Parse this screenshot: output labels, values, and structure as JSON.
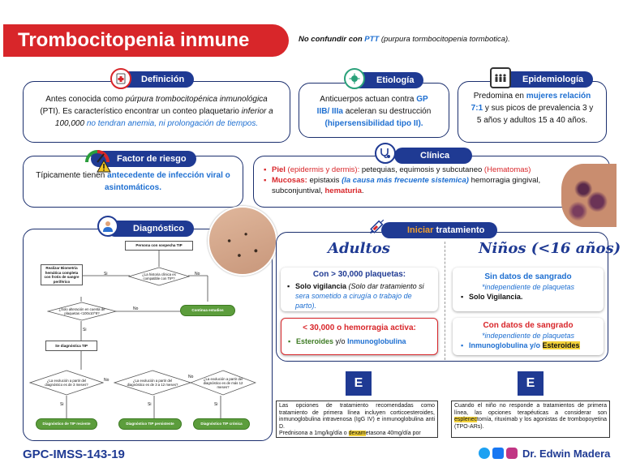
{
  "header": {
    "title": "Trombocitopenia inmune",
    "note_prefix": "No confundir con",
    "note_link": "PTT",
    "note_suffix": "(purpura tormbocitopenia tormbotica)."
  },
  "definicion": {
    "label": "Definición",
    "line1": "Antes conocida como",
    "line1_it": "púrpura trombocitopénica inmunológica",
    "line2": "(PTI). Es característico encontrar un conteo plaquetario",
    "line2_it": "inferior a",
    "line3_it": "100,000",
    "line3_blue": "no tendran anemia, ni prolongación de tiempos."
  },
  "etiologia": {
    "label": "Etiología",
    "text1": "Anticuerpos actuan contra",
    "text_gp1": "GP",
    "text_gp2": "IIB/ IIIa",
    "text2": "aceleran su destrucción",
    "text3": "(hipersensibilidad tipo II)."
  },
  "epidemiologia": {
    "label": "Epidemiología",
    "text1": "Predomina en",
    "text_hl": "mujeres relación",
    "text_ratio": "7:1",
    "text2": "y sus picos de prevalencia 3 y",
    "text3": "5 años y adultos 15 a 40 años."
  },
  "factor": {
    "label": "Factor de riesgo",
    "text1": "Típicamente tienen",
    "text_hl1": "antecedente de infección viral o",
    "text_hl2": "asintomáticos."
  },
  "clinica": {
    "label": "Clínica",
    "item1_key": "Piel",
    "item1_key2": "(epidermis y dermis):",
    "item1_text": "petequias, equimosis y subcutaneo",
    "item1_red": "(Hematomas)",
    "item2_key": "Mucosas:",
    "item2_text1": "epistaxis",
    "item2_it": "(la causa más frecuente sistemica)",
    "item2_text2": "hemorragia gingival,",
    "item2_text3": "subconjuntival,",
    "item2_red": "hematuria",
    "item2_end": "."
  },
  "diagnostico": {
    "label": "Diagnóstico",
    "fc_start": "Persona con sospecha TIP",
    "fc_q1": "¿La historia clínica es compatible con TIP?",
    "fc_eval": "Realizar Biometría hemática completa con frotis de sangre periférico",
    "fc_q2": "¿Solo alteración en cuenta de plaquetas <100x10^9?",
    "fc_continue": "Continua estudios",
    "fc_dx": "Se diagnóstica TIP",
    "fc_q3": "¿La evolución a partir del diagnóstico es de 3 meses?",
    "fc_q4": "¿La evolución a partir del diagnóstico es de 3 a 12 meses?",
    "fc_q5": "¿La evolución a partir del diagnóstico es de más 12 meses?",
    "fc_r1": "Diagnóstico de TIP reciente",
    "fc_r2": "Diagnóstico TIP persistente",
    "fc_r3": "Diagnóstico TIP crónica",
    "si": "Si",
    "no": "No"
  },
  "tratamiento": {
    "label_accent": "Iniciar",
    "label_rest": "tratamiento",
    "adultos_title": "Adultos",
    "ninos_title": "Niños (<16 años)",
    "a1_title": "Con > 30,000 plaquetas:",
    "a1_bold": "Solo vigilancia",
    "a1_it": "(Solo dar tratamiento si",
    "a1_blue": "sera sometido a cirugía o trabajo de parto).",
    "a2_title": "< 30,000 o hemorragia activa:",
    "a2_green": "Esteroides",
    "a2_mid": "y/o",
    "a2_blue": "Inmunoglobulina",
    "n1_title": "Sin datos de sangrado",
    "n1_sub": "*independiente de plaquetas",
    "n1_bullet": "Solo Vigilancia.",
    "n2_title": "Con datos de sangrado",
    "n2_sub": "*independiente de plaquetas",
    "n2_blue": "Inmunoglobulina y/o",
    "n2_hl": "Esteroides",
    "evidence_label": "E",
    "ev1_a": "Las opciones de tratamiento recomendadas como tratamiento de primera línea incluyen corticoesteroides, inmunoglobulina intravenosa (IgG IV) e inmunoglobulina anti D.",
    "ev1_b": "Prednisona a 1mg/kg/día o",
    "ev1_hl": "dexam",
    "ev1_c": "etasona 40mg/día por",
    "ev2_a": "Cuando el niño no responde a tratamientos de primera línea, las opciones terapéuticas a considerar son",
    "ev2_hl": "esplenec",
    "ev2_b": "tomía, rituximab y los agonistas de trombopoyetina (TPO-ARs)."
  },
  "footer": {
    "code": "GPC-IMSS-143-19",
    "author": "Dr. Edwin Madera"
  },
  "colors": {
    "accent_red": "#d8262a",
    "navy": "#1f3a93",
    "blue_text": "#1e6fd1",
    "green": "#5c9d3c"
  }
}
